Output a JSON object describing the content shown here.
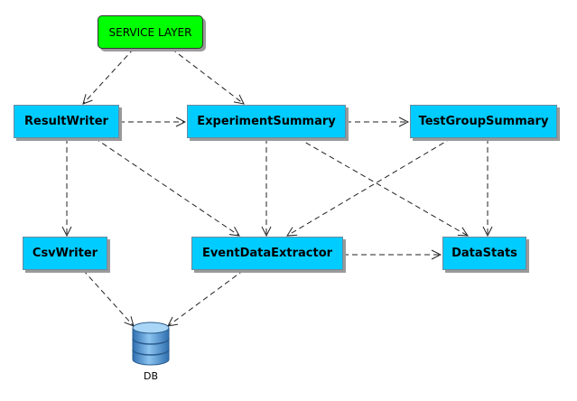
{
  "nodes": {
    "service_layer": "SERVICE LAYER",
    "result_writer": "ResultWriter",
    "experiment_summary": "ExperimentSummary",
    "test_group_summary": "TestGroupSummary",
    "csv_writer": "CsvWriter",
    "event_data_extractor": "EventDataExtractor",
    "data_stats": "DataStats",
    "db": "DB"
  },
  "colors": {
    "service": "#00ff00",
    "component": "#00ccff",
    "edge": "#222222"
  },
  "edges": [
    [
      "service_layer",
      "result_writer"
    ],
    [
      "service_layer",
      "experiment_summary"
    ],
    [
      "result_writer",
      "experiment_summary"
    ],
    [
      "experiment_summary",
      "test_group_summary"
    ],
    [
      "result_writer",
      "csv_writer"
    ],
    [
      "result_writer",
      "event_data_extractor"
    ],
    [
      "experiment_summary",
      "event_data_extractor"
    ],
    [
      "experiment_summary",
      "data_stats"
    ],
    [
      "test_group_summary",
      "event_data_extractor"
    ],
    [
      "test_group_summary",
      "data_stats"
    ],
    [
      "event_data_extractor",
      "data_stats"
    ],
    [
      "csv_writer",
      "db"
    ],
    [
      "event_data_extractor",
      "db"
    ]
  ]
}
